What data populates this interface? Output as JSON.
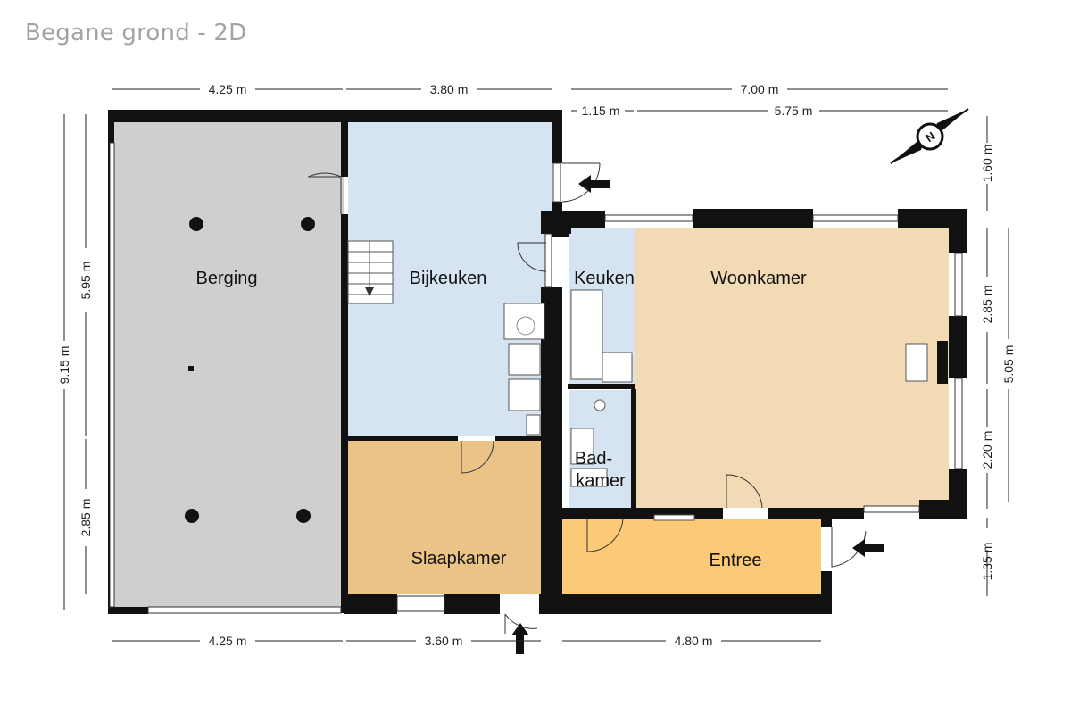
{
  "title": "Begane grond - 2D",
  "colors": {
    "berging": "#cfcfcf",
    "bijkeuken": "#d6e3f1",
    "keuken": "#d6e3f1",
    "badkamer": "#d6e3f1",
    "woonkamer": "#f2dab5",
    "slaapkamer": "#ebc386",
    "entree": "#fcc977",
    "walls": "#111111"
  },
  "rooms": {
    "berging": "Berging",
    "bijkeuken": "Bijkeuken",
    "keuken": "Keuken",
    "woonkamer": "Woonkamer",
    "badkamer_1": "Bad-",
    "badkamer_2": "kamer",
    "slaapkamer": "Slaapkamer",
    "entree": "Entree"
  },
  "dimensions": {
    "top_1": "4.25 m",
    "top_2": "3.80 m",
    "top_3": "7.00 m",
    "top_4": "1.15 m",
    "top_5": "5.75 m",
    "bottom_1": "4.25 m",
    "bottom_2": "3.60 m",
    "bottom_3": "4.80 m",
    "left_outer": "9.15 m",
    "left_upper": "5.95 m",
    "left_lower": "2.85 m",
    "right_1": "1.60 m",
    "right_2": "2.85 m",
    "right_3": "5.05 m",
    "right_4": "2.20 m",
    "right_5": "1.35 m"
  },
  "compass": {
    "label": "N"
  }
}
